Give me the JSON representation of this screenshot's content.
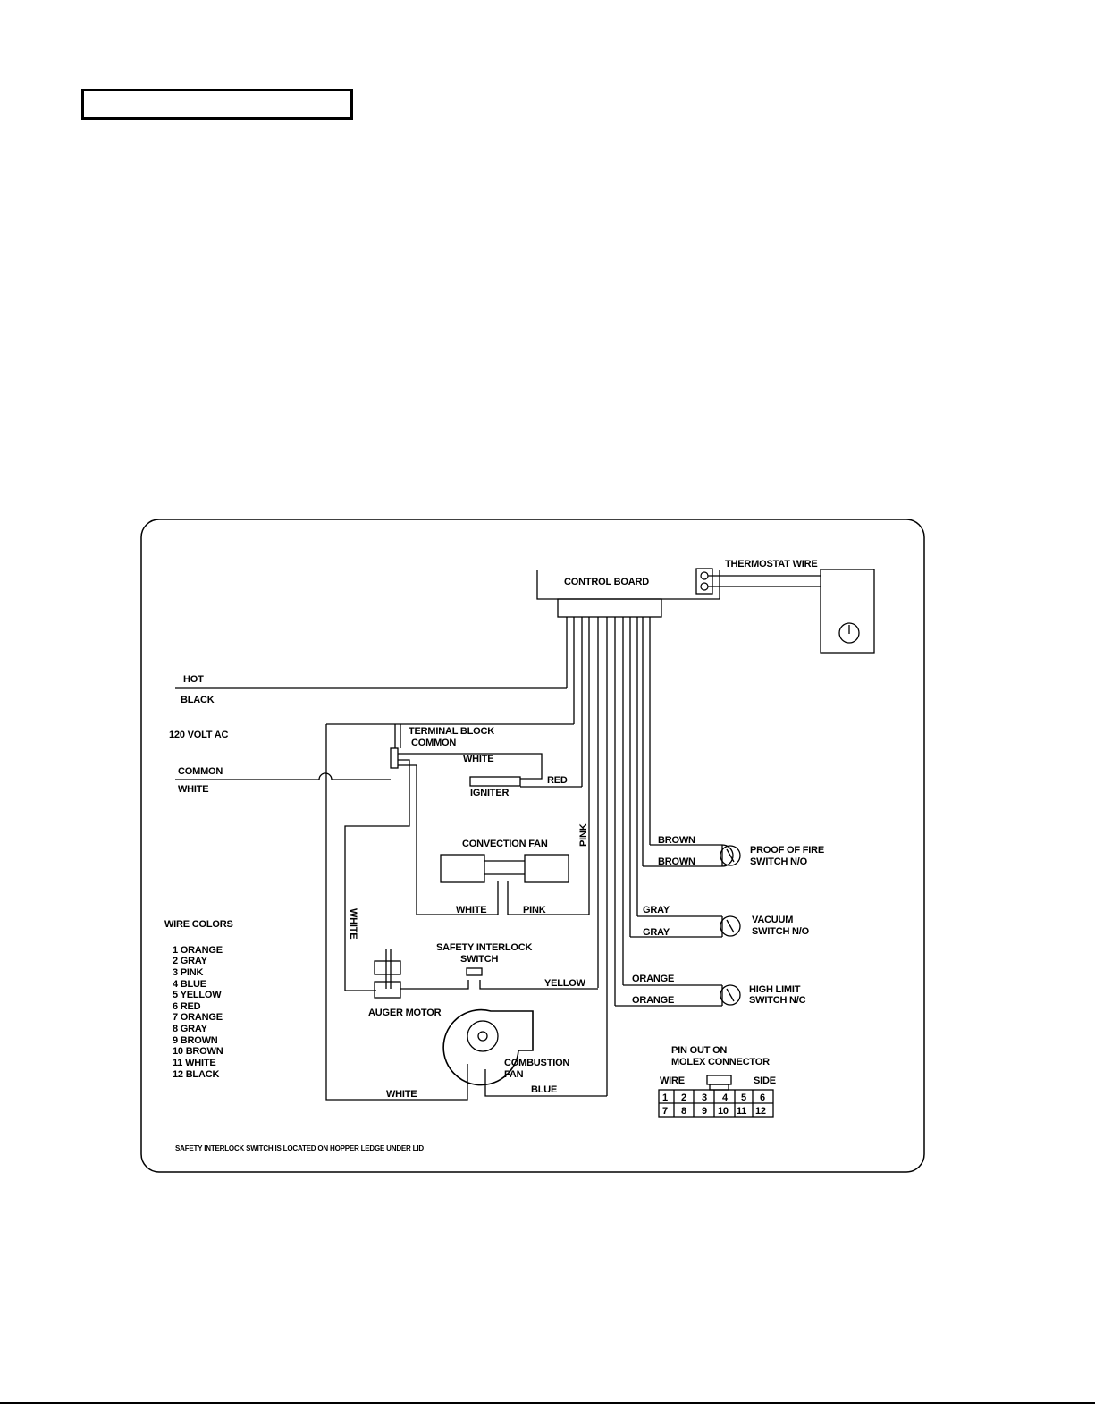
{
  "header": {
    "title": ""
  },
  "labels": {
    "control_board": "CONTROL BOARD",
    "thermostat_wire": "THERMOSTAT WIRE",
    "hot": "HOT",
    "black": "BLACK",
    "volt": "120 VOLT AC",
    "common": "COMMON",
    "white": "WHITE",
    "terminal_block": "TERMINAL BLOCK",
    "terminal_common": "COMMON",
    "igniter_white": "WHITE",
    "red": "RED",
    "igniter": "IGNITER",
    "pink_vertical": "PINK",
    "convection_fan": "CONVECTION FAN",
    "conv_white": "WHITE",
    "conv_pink": "PINK",
    "white_vertical": "WHITE",
    "safety_interlock_1": "SAFETY INTERLOCK",
    "safety_interlock_2": "SWITCH",
    "yellow": "YELLOW",
    "auger_motor": "AUGER MOTOR",
    "combustion_1": "COMBUSTION",
    "combustion_2": "FAN",
    "blue": "BLUE",
    "bottom_white": "WHITE",
    "brown_1": "BROWN",
    "brown_2": "BROWN",
    "proof_of_fire_1": "PROOF OF FIRE",
    "proof_of_fire_2": "SWITCH  N/O",
    "gray_1": "GRAY",
    "gray_2": "GRAY",
    "vacuum_1": "VACUUM",
    "vacuum_2": "SWITCH N/O",
    "orange_1": "ORANGE",
    "orange_2": "ORANGE",
    "high_limit_1": "HIGH LIMIT",
    "high_limit_2": "SWITCH N/C",
    "pin_out_1": "PIN OUT ON",
    "pin_out_2": "MOLEX CONNECTOR",
    "wire": "WIRE",
    "side": "SIDE",
    "footnote": "SAFETY INTERLOCK SWITCH IS LOCATED ON HOPPER LEDGE UNDER LID"
  },
  "wire_colors": {
    "title": "WIRE COLORS",
    "items": [
      "1 ORANGE",
      "2 GRAY",
      "3 PINK",
      "4 BLUE",
      "5 YELLOW",
      "6 RED",
      "7 ORANGE",
      "8 GRAY",
      "9 BROWN",
      "10 BROWN",
      "11 WHITE",
      "12 BLACK"
    ]
  },
  "molex_pins": {
    "row1": [
      "1",
      "2",
      "3",
      "4",
      "5",
      "6"
    ],
    "row2": [
      "7",
      "8",
      "9",
      "10",
      "11",
      "12"
    ]
  }
}
